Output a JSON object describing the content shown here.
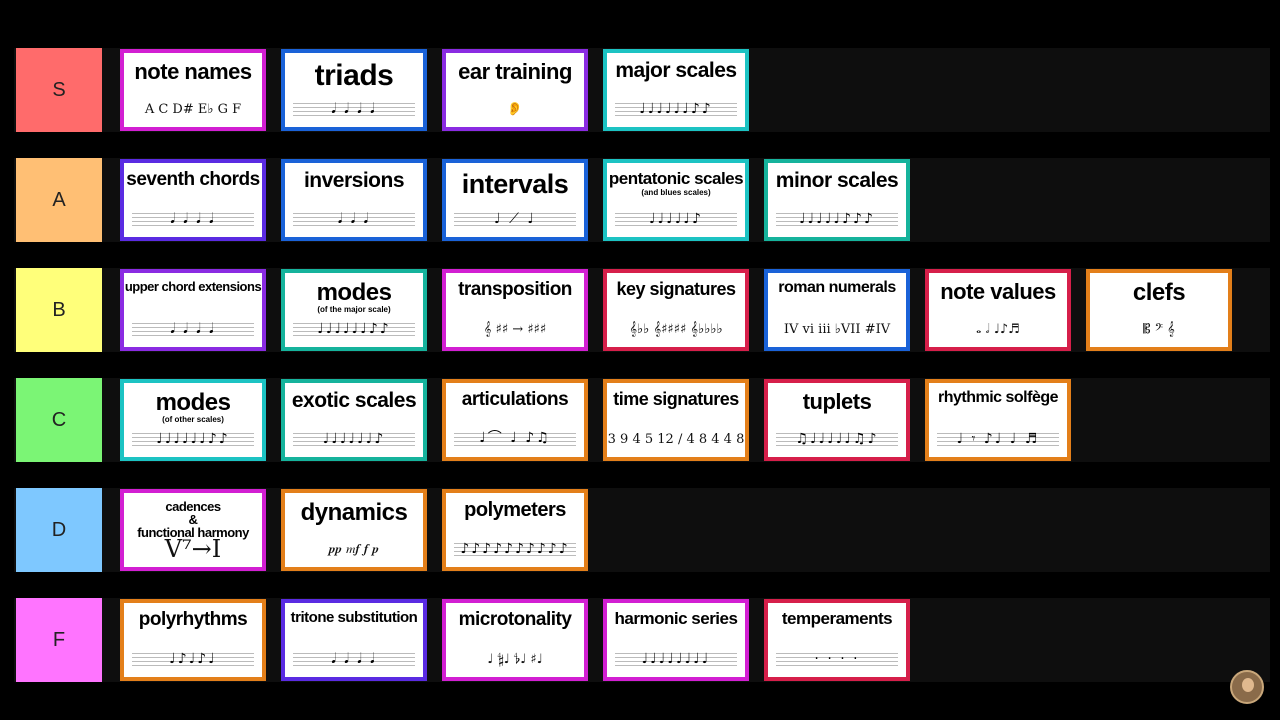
{
  "colors": {
    "S": "#ff6b6b",
    "A": "#ffbf74",
    "B": "#ffff7a",
    "C": "#7bf575",
    "D": "#7ec8ff",
    "F": "#ff74ff",
    "purple": "#8a2be2",
    "magenta": "#d21fd2",
    "blue": "#1a62d8",
    "teal": "#1cc3c3",
    "crimson": "#d61f4a",
    "orange": "#e37f1a",
    "green": "#16b39c"
  },
  "tiers": [
    {
      "label": "S",
      "color": "#ff6b6b",
      "cards": [
        {
          "title": "note names",
          "notation": "A  C  D#  E♭  G  F",
          "border": "#d21fd2",
          "size": 22
        },
        {
          "title": "triads",
          "notes": "𝅘𝅥 𝅘𝅥 𝅘𝅥 𝅘𝅥",
          "border": "#1a62d8",
          "size": 30
        },
        {
          "title": "ear training",
          "notation": "👂",
          "border": "#8a2be2",
          "size": 22
        },
        {
          "title": "major scales",
          "notes": "♩♩♩♩♩♩♪♪",
          "border": "#1cc3c3",
          "size": 21
        }
      ]
    },
    {
      "label": "A",
      "color": "#ffbf74",
      "cards": [
        {
          "title": "seventh chords",
          "notes": "𝅘𝅥 𝅘𝅥 𝅘𝅥 𝅘𝅥",
          "border": "#5a2be2",
          "size": 19
        },
        {
          "title": "inversions",
          "notes": "𝅘𝅥 𝅘𝅥 𝅘𝅥",
          "border": "#1a62d8",
          "size": 21
        },
        {
          "title": "intervals",
          "notes": "♩ ⟋ ♩",
          "border": "#1a62d8",
          "size": 27
        },
        {
          "title": "pentatonic scales",
          "sub": "(and blues scales)",
          "notes": "♩♩♩♩♩♪",
          "border": "#1cc3c3",
          "size": 17
        },
        {
          "title": "minor scales",
          "notes": "♩♩♩♩♩♪♪♪",
          "border": "#16b39c",
          "size": 21
        }
      ]
    },
    {
      "label": "B",
      "color": "#ffff7a",
      "cards": [
        {
          "title": "upper chord extensions",
          "notes": "𝅘𝅥 𝅘𝅥 𝅘𝅥 𝅘𝅥",
          "border": "#8a2be2",
          "size": 13
        },
        {
          "title": "modes",
          "sub": "(of the major scale)",
          "notes": "♩♩♩♩♩♩♪♪",
          "border": "#16b39c",
          "size": 24
        },
        {
          "title": "transposition",
          "notation": "𝄞 ♯♯ → ♯♯♯",
          "border": "#d21fd2",
          "size": 19
        },
        {
          "title": "key signatures",
          "notation": "𝄞♭♭ 𝄞♯♯♯♯ 𝄞♭♭♭♭",
          "border": "#d61f4a",
          "size": 18
        },
        {
          "title": "roman numerals",
          "notation": "IV  vi  iii  ♭VII  #IV",
          "border": "#1a62d8",
          "size": 16
        },
        {
          "title": "note values",
          "notation": "𝅝 𝅗𝅥 ♩♪♬",
          "border": "#d61f4a",
          "size": 22
        },
        {
          "title": "clefs",
          "notation": "𝄡  𝄢  𝄞",
          "border": "#e37f1a",
          "size": 24
        }
      ]
    },
    {
      "label": "C",
      "color": "#7bf575",
      "cards": [
        {
          "title": "modes",
          "sub": "(of other scales)",
          "notes": "♩♩♩♩♩♩♪♪",
          "border": "#1cc3c3",
          "size": 24
        },
        {
          "title": "exotic scales",
          "notes": "♩♩♩♩♩♩♪",
          "border": "#16b39c",
          "size": 21
        },
        {
          "title": "articulations",
          "notes": "♩⌒ ♩ ♪♫",
          "border": "#e37f1a",
          "size": 19
        },
        {
          "title": "time signatures",
          "notation": "3 9 4 5 12 / 4 8 4 4 8",
          "border": "#e37f1a",
          "size": 18
        },
        {
          "title": "tuplets",
          "notes": "♫♩♩♩♩♩♫♪",
          "border": "#d61f4a",
          "size": 22
        },
        {
          "title": "rhythmic solfège",
          "notes": "♩ 𝄾 ♪♩ ♩ ♬",
          "border": "#e37f1a",
          "size": 16
        }
      ]
    },
    {
      "label": "D",
      "color": "#7ec8ff",
      "cards": [
        {
          "title": "cadences",
          "title2": "&",
          "title3": "functional harmony",
          "notation": "V⁷→I",
          "border": "#d21fd2",
          "size": 13
        },
        {
          "title": "dynamics",
          "notation": "𝆏𝆏   𝆐𝆑   𝆑   𝆏",
          "border": "#e37f1a",
          "size": 24
        },
        {
          "title": "polymeters",
          "notes": "♪♪♪♪♪♪♪♪♪♪",
          "border": "#e37f1a",
          "size": 20
        }
      ]
    },
    {
      "label": "F",
      "color": "#ff74ff",
      "cards": [
        {
          "title": "polyrhythms",
          "notes": "♩♪♩♪♩",
          "border": "#e37f1a",
          "size": 19
        },
        {
          "title": "tritone substitution",
          "notes": "𝅘𝅥 𝅘𝅥 𝅘𝅥 𝅘𝅥",
          "border": "#5a2be2",
          "size": 15
        },
        {
          "title": "microtonality",
          "notation": "♩ 𝄲♩ 𝄳♩ ♯♩",
          "border": "#d21fd2",
          "size": 19
        },
        {
          "title": "harmonic series",
          "notes": "♩♩♩♩♩♩♩♩",
          "border": "#d21fd2",
          "size": 17
        },
        {
          "title": "temperaments",
          "notes": "· · · ·",
          "border": "#d61f4a",
          "size": 17
        }
      ]
    }
  ]
}
